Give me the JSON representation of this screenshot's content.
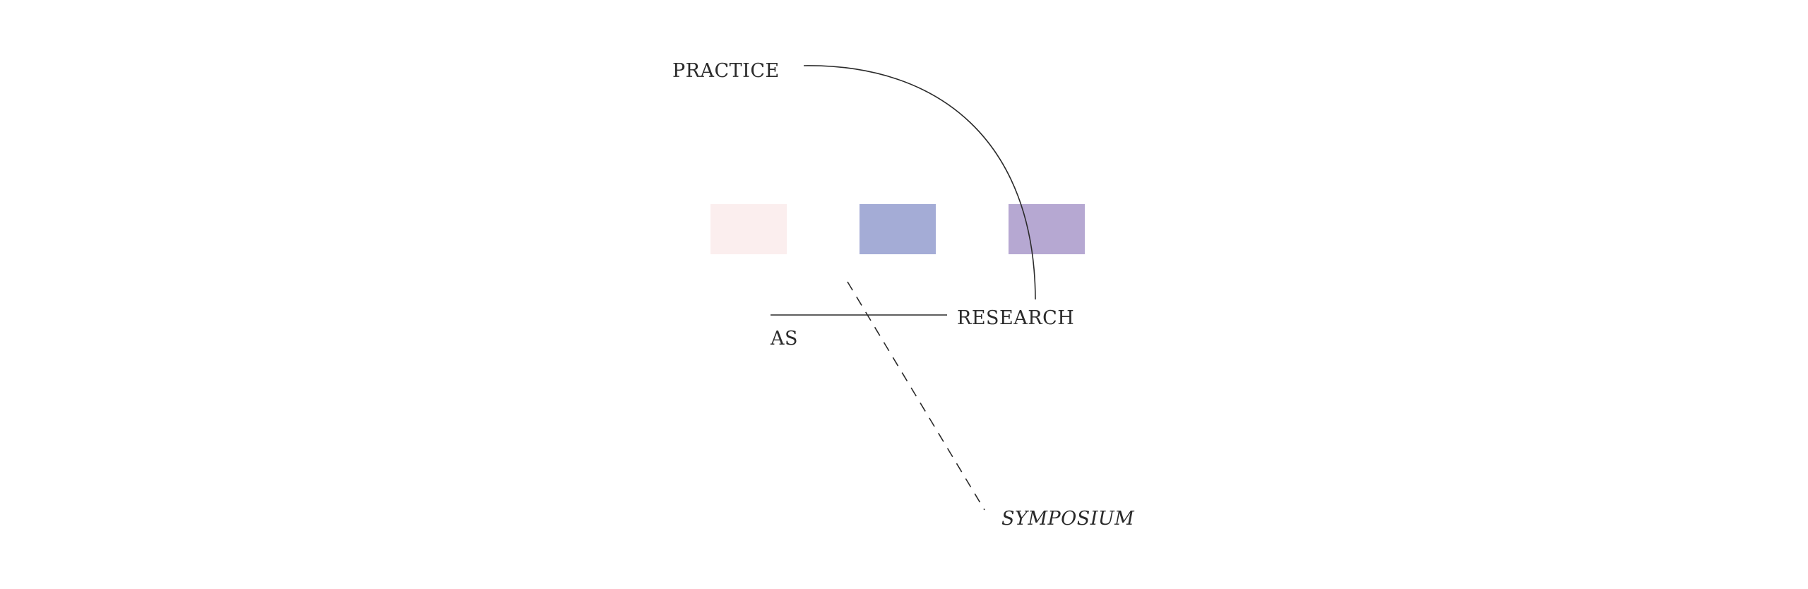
{
  "labels": {
    "practice": "PRACTICE",
    "research": "RESEARCH",
    "as": "AS",
    "symposium": "SYMPOSIUM"
  },
  "swatches": [
    {
      "color": "#fbeeee"
    },
    {
      "color": "#a4acd6"
    },
    {
      "color": "#b6a8d2"
    }
  ],
  "line_color": "#2a2a2a"
}
